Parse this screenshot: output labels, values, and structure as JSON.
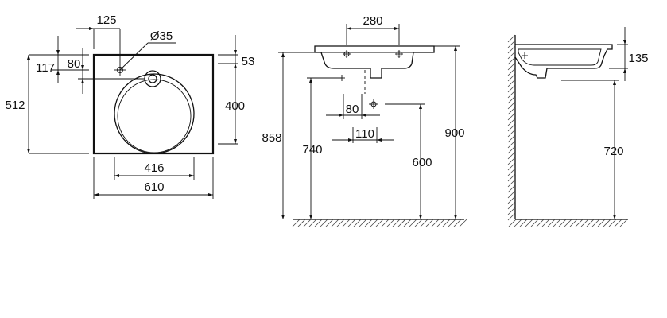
{
  "dimensions": {
    "top_view": {
      "tap_offset": "125",
      "tap_hole": "Ø35",
      "front_edge_to_tap": "117",
      "tap_to_bowl": "80",
      "depth": "512",
      "rim": "53",
      "bowl_depth": "400",
      "bowl_width": "416",
      "width": "610"
    },
    "front_view": {
      "mount_spacing": "280",
      "rim_height": "858",
      "drain_height": "740",
      "drain_offset": "80",
      "pipe_spacing": "110",
      "pipe_height": "600",
      "total_height": "900"
    },
    "side_view": {
      "basin_height": "135",
      "drain_level": "720"
    }
  },
  "colors": {
    "line": "#111111",
    "background": "#ffffff"
  }
}
